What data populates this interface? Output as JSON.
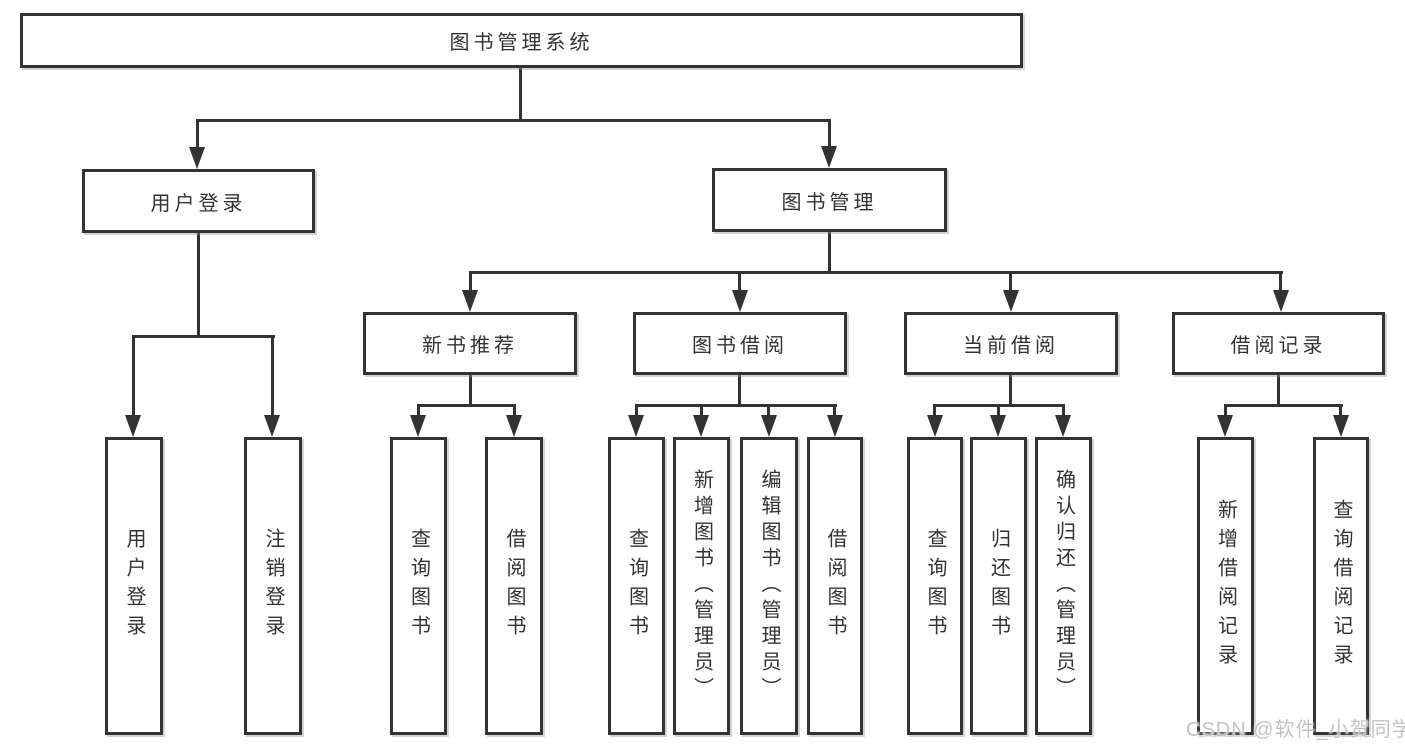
{
  "diagram": {
    "type": "hierarchy-tree",
    "title": "图书管理系统",
    "root": {
      "label": "图书管理系统"
    },
    "level2": [
      {
        "id": "user-login",
        "label": "用户登录",
        "parent": "图书管理系统"
      },
      {
        "id": "book-management",
        "label": "图书管理",
        "parent": "图书管理系统"
      }
    ],
    "level3": [
      {
        "id": "new-book-recommend",
        "label": "新书推荐",
        "parent": "图书管理"
      },
      {
        "id": "book-borrow",
        "label": "图书借阅",
        "parent": "图书管理"
      },
      {
        "id": "current-borrow",
        "label": "当前借阅",
        "parent": "图书管理"
      },
      {
        "id": "borrow-records",
        "label": "借阅记录",
        "parent": "图书管理"
      }
    ],
    "leaves": [
      {
        "id": "leaf-user-login",
        "label": "用户登录",
        "parent": "用户登录"
      },
      {
        "id": "leaf-logout",
        "label": "注销登录",
        "parent": "用户登录"
      },
      {
        "id": "leaf-query-books-recommend",
        "label": "查询图书",
        "parent": "新书推荐"
      },
      {
        "id": "leaf-borrow-books-recommend",
        "label": "借阅图书",
        "parent": "新书推荐"
      },
      {
        "id": "leaf-query-books-borrow",
        "label": "查询图书",
        "parent": "图书借阅"
      },
      {
        "id": "leaf-add-books-admin",
        "label": "新增图书（管理员）",
        "parent": "图书借阅"
      },
      {
        "id": "leaf-edit-books-admin",
        "label": "编辑图书（管理员）",
        "parent": "图书借阅"
      },
      {
        "id": "leaf-borrow-books",
        "label": "借阅图书",
        "parent": "图书借阅"
      },
      {
        "id": "leaf-query-books-current",
        "label": "查询图书",
        "parent": "当前借阅"
      },
      {
        "id": "leaf-return-books",
        "label": "归还图书",
        "parent": "当前借阅"
      },
      {
        "id": "leaf-confirm-return-admin",
        "label": "确认归还（管理员）",
        "parent": "当前借阅"
      },
      {
        "id": "leaf-add-borrow-record",
        "label": "新增借阅记录",
        "parent": "借阅记录"
      },
      {
        "id": "leaf-query-borrow-record",
        "label": "查询借阅记录",
        "parent": "借阅记录"
      }
    ]
  },
  "watermark": {
    "text": "CSDN @软件_小贺同学"
  },
  "colors": {
    "line": "#333333",
    "text": "#333333",
    "box_background": "#ffffff",
    "page_background": "#ffffff",
    "watermark": "#c3c3c3"
  }
}
